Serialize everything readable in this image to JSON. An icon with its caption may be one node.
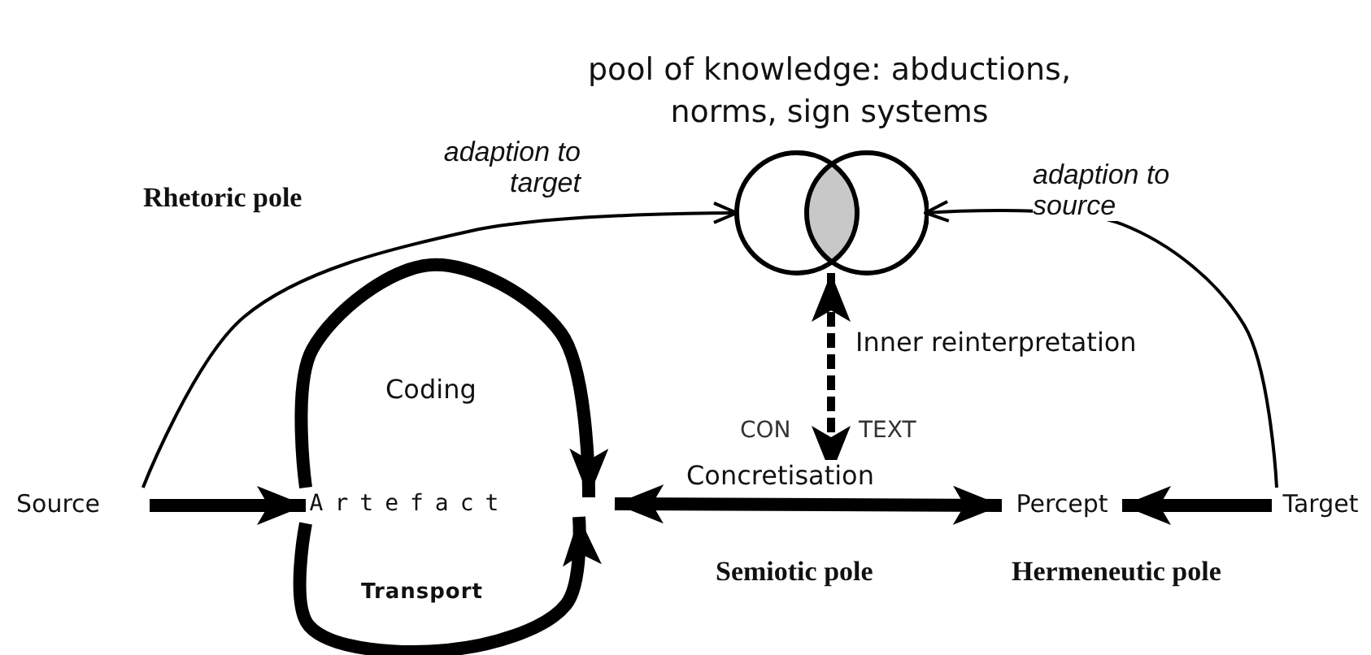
{
  "diagram": {
    "nodes": [
      {
        "text": [
          "pool of knowledge: abductions, norms, sign systems"
        ]
      },
      {
        "text": [
          "Source"
        ]
      },
      {
        "text": [
          "Artefact"
        ]
      },
      {
        "text": [
          "Percept"
        ]
      },
      {
        "text": [
          "Target"
        ]
      }
    ],
    "edges": [
      {
        "from": 1,
        "to": 0,
        "arrow": "to",
        "label": "adaption to target"
      },
      {
        "from": 4,
        "to": 0,
        "arrow": "to",
        "label": "adaption to source"
      },
      {
        "from": 1,
        "to": 2,
        "arrow": "to"
      },
      {
        "from": 2,
        "to": null,
        "arrow": "to",
        "label": "Coding"
      },
      {
        "from": 2,
        "to": null,
        "arrow": "to",
        "label": "Transport"
      },
      {
        "from": null,
        "to": 0,
        "arrow": "both",
        "label": "Inner reinterpretation",
        "style": "dashed"
      },
      {
        "from": null,
        "to": 3,
        "arrow": "both",
        "label": "Concretisation"
      },
      {
        "from": 4,
        "to": 3,
        "arrow": "to"
      }
    ],
    "labels": [
      "Rhetoric pole",
      "CON",
      "TEXT",
      "Semiotic pole",
      "Hermeneutic pole"
    ]
  }
}
